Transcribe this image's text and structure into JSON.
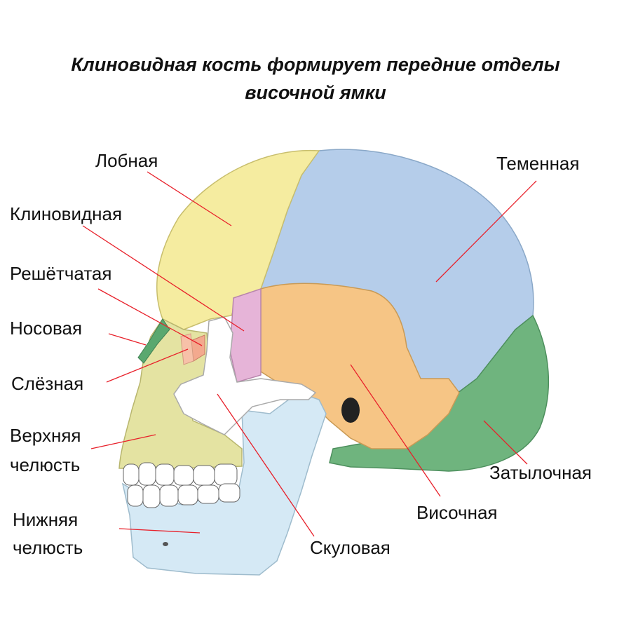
{
  "title": {
    "line1": "Клиновидная кость формирует передние отделы",
    "line2": "височной ямки"
  },
  "labels": {
    "frontal": "Лобная",
    "parietal": "Теменная",
    "sphenoid": "Клиновидная",
    "ethmoid": "Решётчатая",
    "nasal": "Носовая",
    "lacrimal": "Слёзная",
    "maxilla_1": "Верхняя",
    "maxilla_2": "челюсть",
    "mandible_1": "Нижняя",
    "mandible_2": "челюсть",
    "occipital": "Затылочная",
    "temporal": "Височная",
    "zygomatic": "Скуловая"
  },
  "colors": {
    "frontal": "#f5eca0",
    "parietal": "#b5cdea",
    "sphenoid": "#e6b4d8",
    "ethmoid": "#f3a98e",
    "nasal": "#5aa86f",
    "lacrimal": "#f7c1a8",
    "maxilla": "#e4e3a2",
    "mandible": "#d5e9f5",
    "occipital": "#6fb47e",
    "temporal": "#f6c585",
    "zygomatic": "#ffffff",
    "leader_line": "#e8202a",
    "teeth": "#ffffff"
  }
}
